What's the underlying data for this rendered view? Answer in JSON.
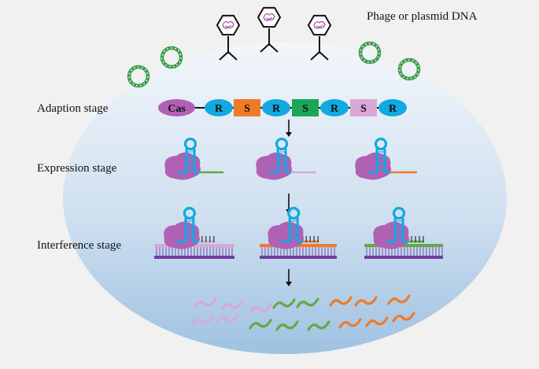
{
  "labels": {
    "phage_plasmid": "Phage or plasmid DNA",
    "adaption": "Adaption stage",
    "expression": "Expression stage",
    "interference": "Interference  stage"
  },
  "crispr_array": [
    {
      "text": "Cas",
      "kind": "cas",
      "color": "#b061b4"
    },
    {
      "text": "R",
      "kind": "repeat",
      "color": "#12a8e0"
    },
    {
      "text": "S",
      "kind": "spacer",
      "color": "#ef7b29"
    },
    {
      "text": "R",
      "kind": "repeat",
      "color": "#12a8e0"
    },
    {
      "text": "S",
      "kind": "spacer",
      "color": "#1ca556"
    },
    {
      "text": "R",
      "kind": "repeat",
      "color": "#12a8e0"
    },
    {
      "text": "S",
      "kind": "spacer",
      "color": "#d9a8d6"
    },
    {
      "text": "R",
      "kind": "repeat",
      "color": "#12a8e0"
    }
  ],
  "colors": {
    "cell_top": "#f3f6fb",
    "cell_bottom": "#a9c9e6",
    "cas_protein": "#b061b4",
    "crrna": "#12a8e0",
    "pink": "#d9a8d6",
    "orange": "#ef7b29",
    "green": "#64a844",
    "target_strand": "#6f3ea0",
    "plasmid": "#3a9b49"
  },
  "complex_tails": [
    "#64a844",
    "#d9a8d6",
    "#ef7b29"
  ],
  "target_colors": [
    "#d9a8d6",
    "#ef7b29",
    "#64a844"
  ],
  "icons": [
    "phage-icon",
    "plasmid-icon",
    "cas-protein-icon",
    "crrna-hairpin-icon",
    "down-arrow-icon",
    "dna-fragment-icon"
  ]
}
